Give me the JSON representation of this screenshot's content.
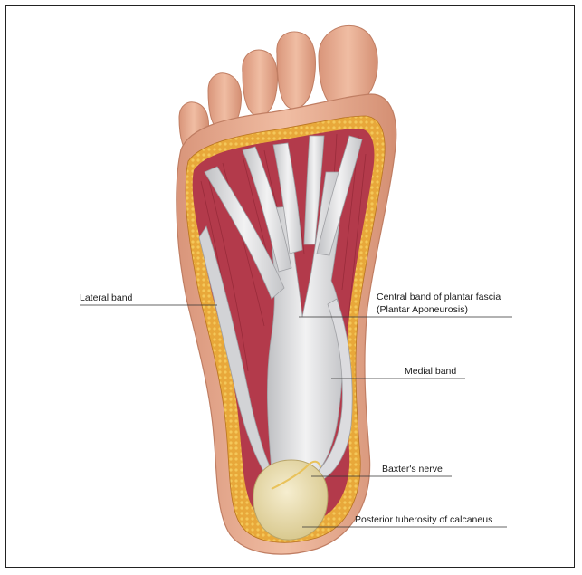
{
  "labels": {
    "lateral_band": "Lateral band",
    "central_band_line1": "Central band of plantar fascia",
    "central_band_line2": "(Plantar Aponeurosis)",
    "medial_band": "Medial band",
    "baxters_nerve": "Baxter's nerve",
    "posterior_tuberosity": "Posterior tuberosity of calcaneus"
  },
  "colors": {
    "skin": "#e2a98e",
    "skin_dark": "#c98468",
    "fat": "#e6a93a",
    "muscle": "#b5394a",
    "fascia": "#d6d6d8",
    "bone": "#e9dcae",
    "leader": "#333333"
  }
}
